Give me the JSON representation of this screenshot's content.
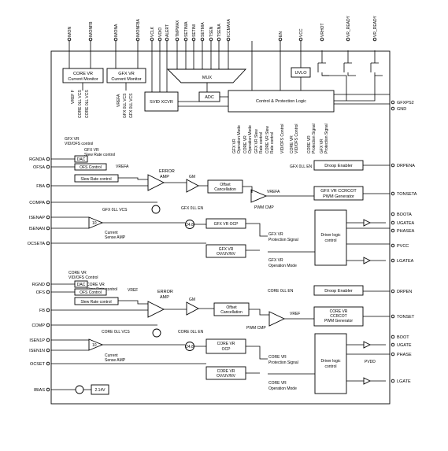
{
  "top_pins": [
    "IMON",
    "IMONFB",
    "IMONA",
    "IMONFBA",
    "VCLK",
    "VDIO",
    "ALERT",
    "TMPMAX",
    "SETINIA",
    "SETINI",
    "SETMIA",
    "TSEN",
    "TSENA",
    "ICCMAXA",
    "EN",
    "VCC",
    "VRHOT",
    "VR_READY",
    "VR_READY"
  ],
  "left_pins": [
    "RGNDA",
    "OFSA",
    "FBA",
    "COMPA",
    "ISENAP",
    "ISENAN",
    "OCSETA",
    "RGND",
    "OFS",
    "FB",
    "COMP",
    "ISEN1P",
    "ISEN1N",
    "OCSET",
    "IBIAS"
  ],
  "right_pins": [
    "GFXPS2",
    "GND",
    "DRPENA",
    "TONSETA",
    "BOOTA",
    "UGATEA",
    "PHASEA",
    "PVCC",
    "LGATEA",
    "DRPEN",
    "TONSET",
    "BOOT",
    "UGATE",
    "PHASE",
    "LGATE"
  ],
  "blocks": {
    "core_imon": [
      "CORE VR",
      "Current Monitor"
    ],
    "gfx_imon": [
      "GFX VR",
      "Current Monitor"
    ],
    "mux": "MUX",
    "adc": "ADC",
    "svid": "SVID XCVR",
    "uvlo": "UVLO",
    "cpl": "Control & Protection Logic",
    "dac": "DAC",
    "ofs_ctrl": "OFS Control",
    "slew": "Slew Rate control",
    "offset": [
      "Offset",
      "Cancellation"
    ],
    "gfx_pwm": [
      "GFX VR CCRCOT",
      "PWM Generator"
    ],
    "droop": "Droop Enabler",
    "gfx_ocp": "GFX VR OCP",
    "gfx_ov": [
      "GFX VR",
      "OV/UV/NV"
    ],
    "driver": [
      "Driver logic",
      "control"
    ],
    "core_pwm": [
      "CORE VR",
      "CCRCOT",
      "PWM Generator"
    ],
    "core_ocp": [
      "CORE VR",
      "OCP"
    ],
    "core_ov": [
      "CORE VR",
      "OV/UV/NV"
    ],
    "ibias_v": "2.14V"
  },
  "signals": {
    "vref_f": "VREF F",
    "core_dll_vcs": "CORE 0LL VCS",
    "gfx_dll_vcs_top": "GFX 0LL VCS",
    "vrefa": "VREFA",
    "gfx_dll_vcs_v": "GFX 0LL VCS",
    "gfx_vr_op_mode": [
      "GFX VR",
      "Operation Mode"
    ],
    "core_vr_op_mode": [
      "CORE VR",
      "Operation Mode"
    ],
    "gfx_slew": [
      "GFX VR Slew",
      "Rate control"
    ],
    "core_slew": [
      "CORE VR Slew",
      "Rate control"
    ],
    "vid_ofs": [
      "VID/OFS Control"
    ],
    "gfx_vid_top": [
      "GFX VR",
      "VID/OFS control"
    ],
    "gfx_slew_top": [
      "GFX VR",
      "Slew Rate control"
    ],
    "error_amp": [
      "ERROR",
      "AMP"
    ],
    "gm": "GM",
    "pwm_cmp": "PWM CMP",
    "current_sense": [
      "Current",
      "Sense AMP"
    ],
    "gfx_dll_vcs": "GFX 0LL VCS",
    "gfx_dll_en": "GFX 0LL EN",
    "gfx_dll_en_droop": "GFX 0LL EN",
    "gfx_prot": [
      "GFX VR",
      "Protection Signal"
    ],
    "gfx_opmode": [
      "GFX VR",
      "Operation Mode"
    ],
    "core_vid_top": [
      "CORE VR",
      "VID/OFS Control"
    ],
    "core_slew_top": [
      "CORE VR",
      "Slew Rate control"
    ],
    "vref": "VREF",
    "core_dll_vcs2": "CORE 0LL VCS",
    "core_dll_en": "CORE 0LL EN",
    "core_dll_en_droop": "CORE 0LL EN",
    "core_prot": [
      "CORE VR",
      "Protection Signal"
    ],
    "core_opmode": [
      "CORE VR",
      "Operation Mode"
    ],
    "gain": "10",
    "dg": "24.8",
    "pvdd": "PVDD",
    "vrefa_bot": "VREFA"
  }
}
